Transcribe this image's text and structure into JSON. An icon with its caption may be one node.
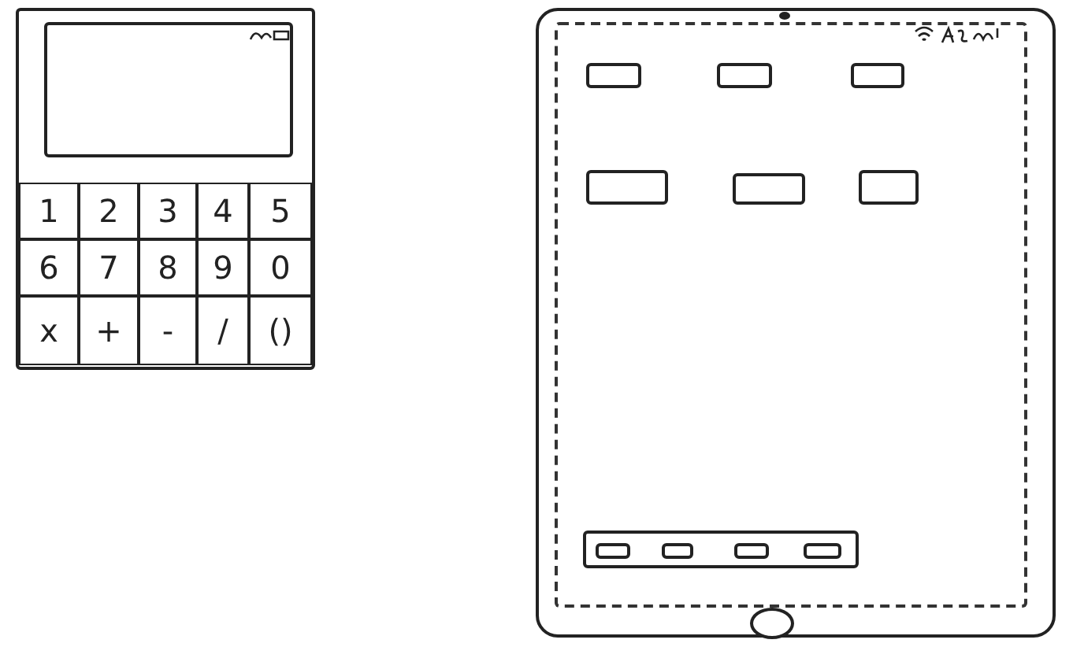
{
  "diagram": {
    "nodes": [
      {
        "text": [],
        "shape": "box"
      },
      {
        "text": [],
        "shape": "box",
        "in": 0
      },
      {
        "text": [
          "1"
        ],
        "in": 0
      },
      {
        "text": [
          "2"
        ],
        "in": 0
      },
      {
        "text": [
          "3"
        ],
        "in": 0
      },
      {
        "text": [
          "4"
        ],
        "in": 0
      },
      {
        "text": [
          "5"
        ],
        "in": 0
      },
      {
        "text": [
          "6"
        ],
        "in": 0
      },
      {
        "text": [
          "7"
        ],
        "in": 0
      },
      {
        "text": [
          "8"
        ],
        "in": 0
      },
      {
        "text": [
          "9"
        ],
        "in": 0
      },
      {
        "text": [
          "0"
        ],
        "in": 0
      },
      {
        "text": [
          "x"
        ],
        "in": 0
      },
      {
        "text": [
          "+"
        ],
        "in": 0
      },
      {
        "text": [
          "-"
        ],
        "in": 0
      },
      {
        "text": [
          "/"
        ],
        "in": 0
      },
      {
        "text": [
          "()"
        ],
        "in": 0
      },
      {
        "text": [],
        "shape": "box"
      },
      {
        "text": [],
        "shape": "box",
        "in": 17
      },
      {
        "text": [],
        "shape": "box",
        "in": 18
      },
      {
        "text": [],
        "shape": "box",
        "in": 18
      },
      {
        "text": [],
        "shape": "box",
        "in": 18
      },
      {
        "text": [],
        "shape": "box",
        "in": 18
      },
      {
        "text": [],
        "shape": "box",
        "in": 18
      },
      {
        "text": [],
        "shape": "box",
        "in": 18
      },
      {
        "text": [],
        "shape": "box",
        "in": 18
      },
      {
        "text": [],
        "shape": "box",
        "in": 25
      },
      {
        "text": [],
        "shape": "box",
        "in": 25
      },
      {
        "text": [],
        "shape": "box",
        "in": 25
      },
      {
        "text": [],
        "shape": "box",
        "in": 25
      },
      {
        "text": [],
        "shape": "circle",
        "in": 17
      }
    ]
  }
}
